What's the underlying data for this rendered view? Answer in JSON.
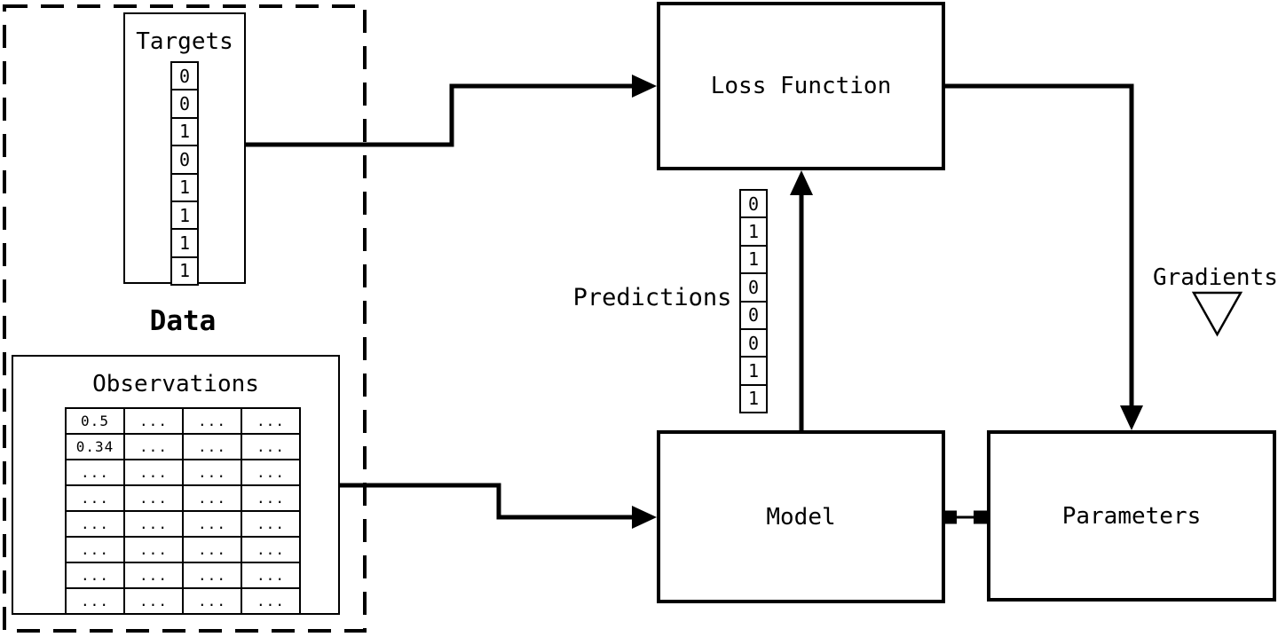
{
  "colors": {
    "ink": "#000000",
    "background": "#ffffff"
  },
  "data_group": {
    "label": "Data",
    "targets": {
      "label": "Targets",
      "values": [
        "0",
        "0",
        "1",
        "0",
        "1",
        "1",
        "1",
        "1"
      ]
    },
    "observations": {
      "label": "Observations",
      "rows": [
        [
          "0.5",
          "...",
          "...",
          "..."
        ],
        [
          "0.34",
          "...",
          "...",
          "..."
        ],
        [
          "...",
          "...",
          "...",
          "..."
        ],
        [
          "...",
          "...",
          "...",
          "..."
        ],
        [
          "...",
          "...",
          "...",
          "..."
        ],
        [
          "...",
          "...",
          "...",
          "..."
        ],
        [
          "...",
          "...",
          "...",
          "..."
        ],
        [
          "...",
          "...",
          "...",
          "..."
        ]
      ]
    }
  },
  "nodes": {
    "loss_function": {
      "label": "Loss Function"
    },
    "model": {
      "label": "Model"
    },
    "parameters": {
      "label": "Parameters"
    }
  },
  "predictions": {
    "label": "Predictions",
    "values": [
      "0",
      "1",
      "1",
      "0",
      "0",
      "0",
      "1",
      "1"
    ]
  },
  "gradients": {
    "label": "Gradients"
  }
}
